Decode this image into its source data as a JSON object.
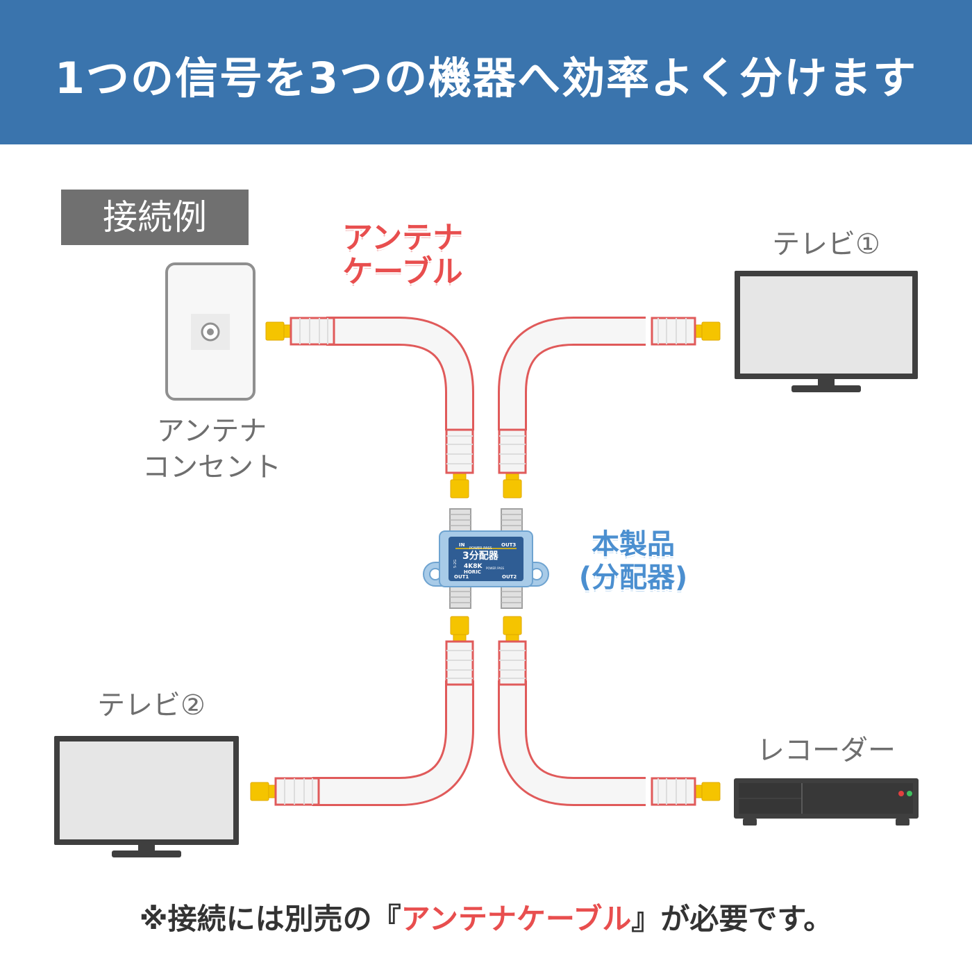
{
  "header": {
    "title": "1つの信号を3つの機器へ効率よく分けます"
  },
  "example_tag": "接続例",
  "cable_label": {
    "line1": "アンテナ",
    "line2": "ケーブル"
  },
  "devices": {
    "outlet": {
      "line1": "アンテナ",
      "line2": "コンセント"
    },
    "tv1": "テレビ①",
    "tv2": "テレビ②",
    "recorder": "レコーダー"
  },
  "product_label": {
    "line1": "本製品",
    "line2": "(分配器)"
  },
  "splitter": {
    "port_in": "IN",
    "port_out1": "OUT1",
    "port_out2": "OUT2",
    "port_out3": "OUT3",
    "brand": "POWER PASS",
    "name": "3分配器",
    "badge": "4K8K",
    "badge2": "HORIC",
    "side_text": "5-2G",
    "pass_text": "POWER PASS"
  },
  "note": {
    "before": "※接続には別売の『",
    "highlight": "アンテナケーブル",
    "after": "』が必要です。"
  },
  "colors": {
    "header_bg": "#3a74ad",
    "cable_outline": "#e05a5a",
    "connector": "#f5c400",
    "splitter_body": "#a8cbe8",
    "accent_red": "#e84e4e",
    "accent_blue": "#4b8fd0"
  }
}
